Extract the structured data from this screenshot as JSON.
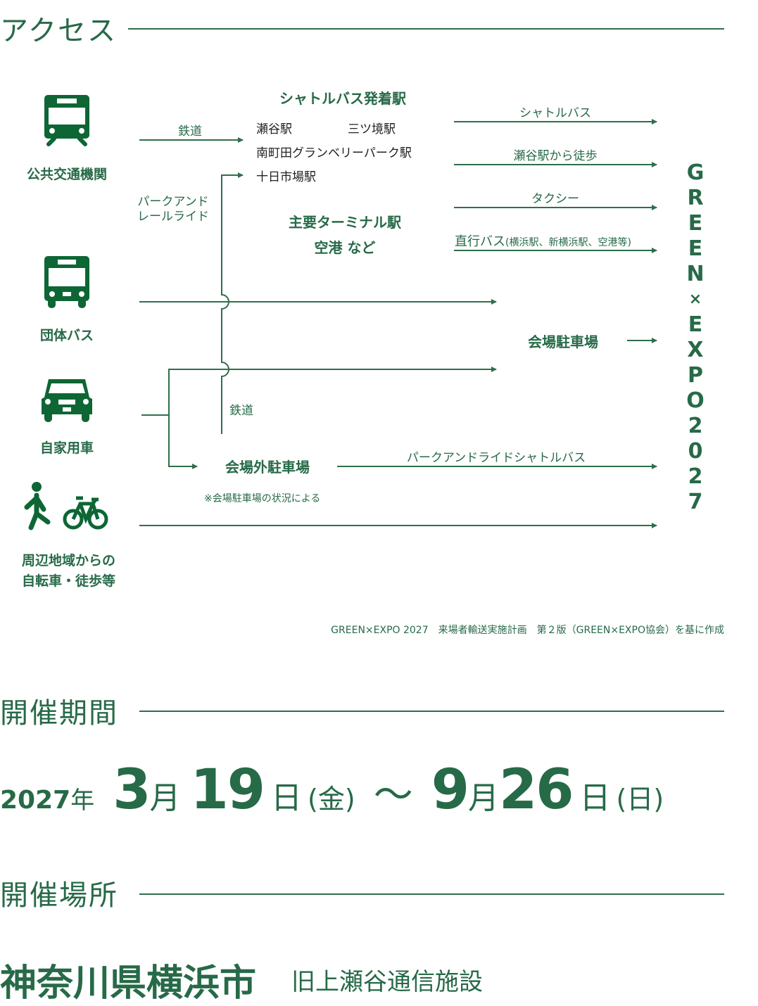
{
  "colors": {
    "brand_green": "#276a48",
    "icon_green": "#0d6634",
    "station_text": "#222222",
    "background": "#ffffff"
  },
  "access": {
    "title": "アクセス",
    "modes": [
      {
        "id": "public-transit",
        "icon": "train-icon",
        "label": "公共交通機関"
      },
      {
        "id": "group-bus",
        "icon": "bus-icon",
        "label": "団体バス"
      },
      {
        "id": "private-car",
        "icon": "car-icon",
        "label": "自家用車"
      },
      {
        "id": "bike-walk",
        "icon": "pedestrian-bicycle-icon",
        "label_line1": "周辺地域からの",
        "label_line2": "自転車・徒歩等"
      }
    ],
    "route_labels": {
      "rail": "鉄道",
      "park_rail_ride_line1": "パークアンド",
      "park_rail_ride_line2": "レールライド",
      "rail_lower": "鉄道",
      "shuttle_bus": "シャトルバス",
      "walk_from_seya": "瀬谷駅から徒歩",
      "taxi": "タクシー",
      "direct_bus_main": "直行バス",
      "direct_bus_detail": "(横浜駅、新横浜駅、空港等)",
      "park_ride_shuttle": "パークアンドライドシャトルバス"
    },
    "shuttle_stations": {
      "title": "シャトルバス発着駅",
      "stations": [
        "瀬谷駅",
        "三ツ境駅",
        "南町田グランベリーパーク駅",
        "十日市場駅"
      ]
    },
    "terminals": {
      "line1": "主要ターミナル駅",
      "line2": "空港 など"
    },
    "venue_parking": "会場駐車場",
    "offsite_parking": "会場外駐車場",
    "offsite_note": "※会場駐車場の状況による",
    "destination_letters": [
      "G",
      "R",
      "E",
      "E",
      "N",
      "×",
      "E",
      "X",
      "P",
      "O",
      "2",
      "0",
      "2",
      "7"
    ],
    "source": "GREEN×EXPO 2027　来場者輸送実施計画　第２版（GREEN×EXPO協会）を基に作成"
  },
  "period": {
    "title": "開催期間",
    "year": "2027",
    "year_suffix": "年",
    "start_month": "3",
    "month_suffix": "月",
    "start_day": "19",
    "day_suffix": "日",
    "start_weekday": "(金)",
    "separator": "〜",
    "end_month": "9",
    "end_day": "26",
    "end_weekday": "(日)"
  },
  "venue": {
    "title": "開催場所",
    "city": "神奈川県横浜市",
    "site": "旧上瀬谷通信施設"
  }
}
